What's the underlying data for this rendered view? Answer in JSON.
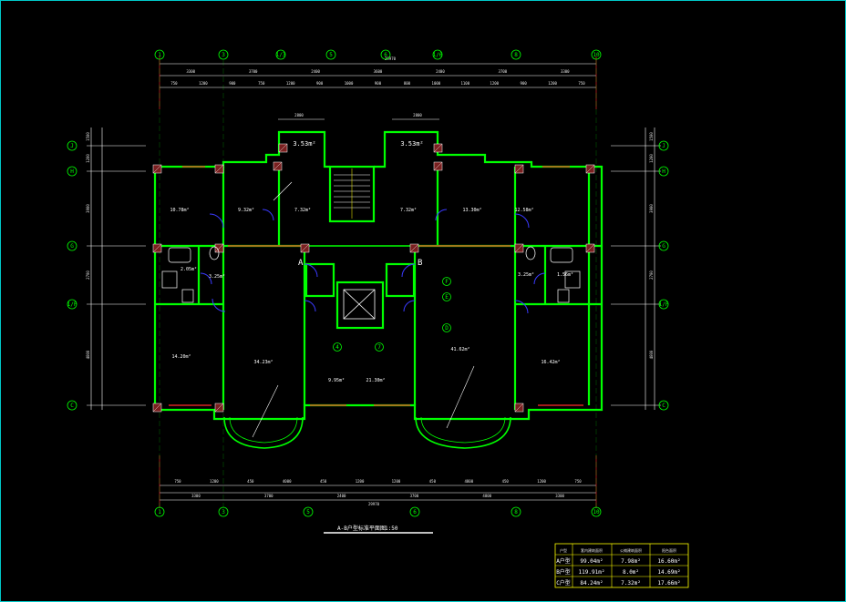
{
  "drawing": {
    "title": "A-B户型标准平面图",
    "scale": "1:50",
    "area_labels": [
      "3.53m²",
      "3.53m²",
      "7.32m²",
      "7.32m²",
      "10.78m²",
      "9.32m²",
      "13.30m²",
      "12.58m²",
      "2.05m²",
      "3.25m²",
      "3.25m²",
      "1.56m²",
      "34.23m²",
      "41.62m²",
      "14.20m²",
      "16.42m²",
      "9.95m²",
      "21.30m²"
    ],
    "unit_marks": [
      "A",
      "B"
    ],
    "top_total": "29970",
    "bottom_total": "29970"
  },
  "axes": {
    "top": [
      "1",
      "3",
      "1/3",
      "5",
      "6",
      "1/6",
      "8",
      "10"
    ],
    "bottom": [
      "1",
      "3",
      "5",
      "6",
      "8",
      "10"
    ],
    "left": [
      "J",
      "H",
      "G",
      "1/F",
      "C"
    ],
    "right": [
      "J",
      "H",
      "G",
      "1/F",
      "C"
    ],
    "core": [
      "F",
      "E",
      "D",
      "4",
      "7"
    ]
  },
  "dims": {
    "top_row1": [
      "3300",
      "3700",
      "2400",
      "3600",
      "2400",
      "3700",
      "3300"
    ],
    "top_row2": [
      "750",
      "1200",
      "900",
      "750",
      "1200",
      "900",
      "1000",
      "900",
      "800",
      "1000",
      "1100",
      "1200",
      "900",
      "1200",
      "750"
    ],
    "bottom_row1": [
      "750",
      "1200",
      "450",
      "4000",
      "450",
      "1200",
      "1200",
      "450",
      "4800",
      "450",
      "1200",
      "750"
    ],
    "bottom_row2": [
      "3300",
      "3700",
      "2400",
      "3700",
      "4800",
      "3300"
    ],
    "left_col": [
      "1500",
      "1200",
      "3900",
      "2700",
      "4800"
    ],
    "right_col": [
      "1500",
      "1200",
      "3900",
      "2700",
      "4800"
    ],
    "core_top": [
      "2800",
      "2800"
    ]
  },
  "table": {
    "headers": [
      "户型",
      "套内建筑面积",
      "公摊建筑面积",
      "阳台面积"
    ],
    "rows": [
      [
        "A户型",
        "99.04m²",
        "7.98m²",
        "16.60m²"
      ],
      [
        "B户型",
        "119.91m²",
        "8.0m²",
        "14.69m²"
      ],
      [
        "C户型",
        "84.24m²",
        "7.32m²",
        "17.66m²"
      ]
    ]
  },
  "colors": {
    "background": "#000000",
    "wall": "#00ff00",
    "axis": "#00ff00",
    "dimension": "#ffffff",
    "accent_blue": "#3a3aff",
    "accent_red": "#ff2a2a",
    "accent_yellow": "#ffff00",
    "frame": "#00c8c8"
  }
}
